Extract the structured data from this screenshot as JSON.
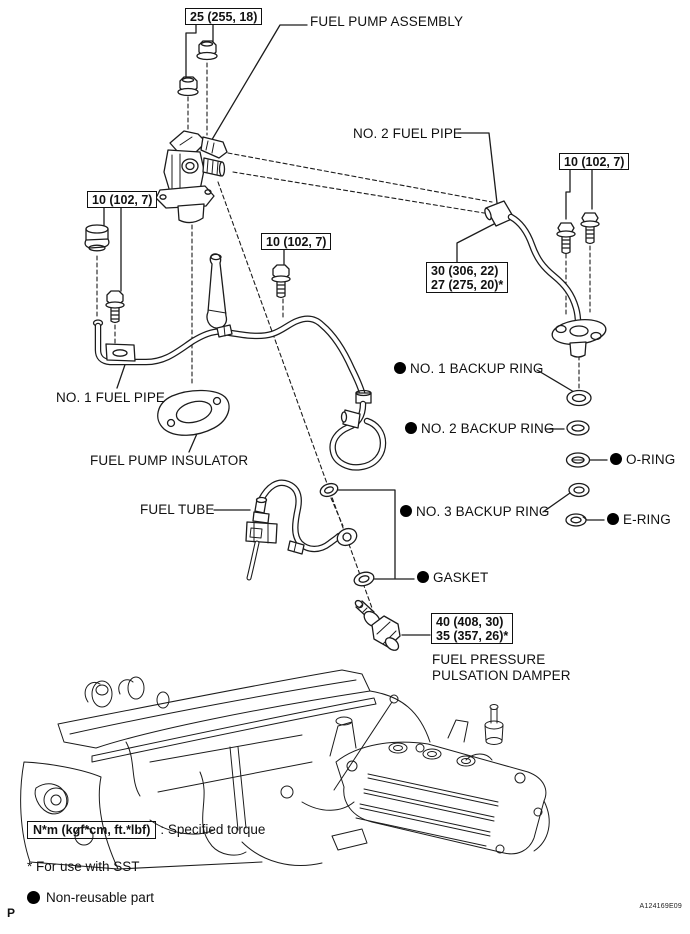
{
  "colors": {
    "ink": "#1c1c1c",
    "background": "#ffffff"
  },
  "torque": {
    "pump_nut": "25 (255, 18)",
    "left_bolt": "10 (102, 7)",
    "mid_bolt": "10 (102, 7)",
    "right_bolts": "10 (102, 7)",
    "pipe_union_line1": "30 (306, 22)",
    "pipe_union_line2": "27 (275, 20)*",
    "damper_line1": "40 (408, 30)",
    "damper_line2": "35 (357, 26)*"
  },
  "labels": {
    "fuel_pump_assembly": "FUEL PUMP ASSEMBLY",
    "no2_fuel_pipe": "NO. 2 FUEL PIPE",
    "no1_fuel_pipe": "NO. 1 FUEL PIPE",
    "fuel_pump_insulator": "FUEL PUMP INSULATOR",
    "fuel_tube": "FUEL TUBE",
    "no1_backup_ring": "NO. 1 BACKUP RING",
    "no2_backup_ring": "NO. 2 BACKUP RING",
    "o_ring": "O-RING",
    "no3_backup_ring": "NO. 3 BACKUP RING",
    "e_ring": "E-RING",
    "gasket": "GASKET",
    "fuel_pressure_damper_line1": "FUEL PRESSURE",
    "fuel_pressure_damper_line2": "PULSATION DAMPER"
  },
  "legend": {
    "torque_unit_box": "N*m (kgf*cm, ft.*lbf)",
    "torque_desc": ": Specified torque",
    "sst_note": "* For use with SST",
    "non_reusable_note": "Non-reusable part"
  },
  "footer": {
    "page_marker": "P",
    "figure_code": "A124169E09"
  }
}
